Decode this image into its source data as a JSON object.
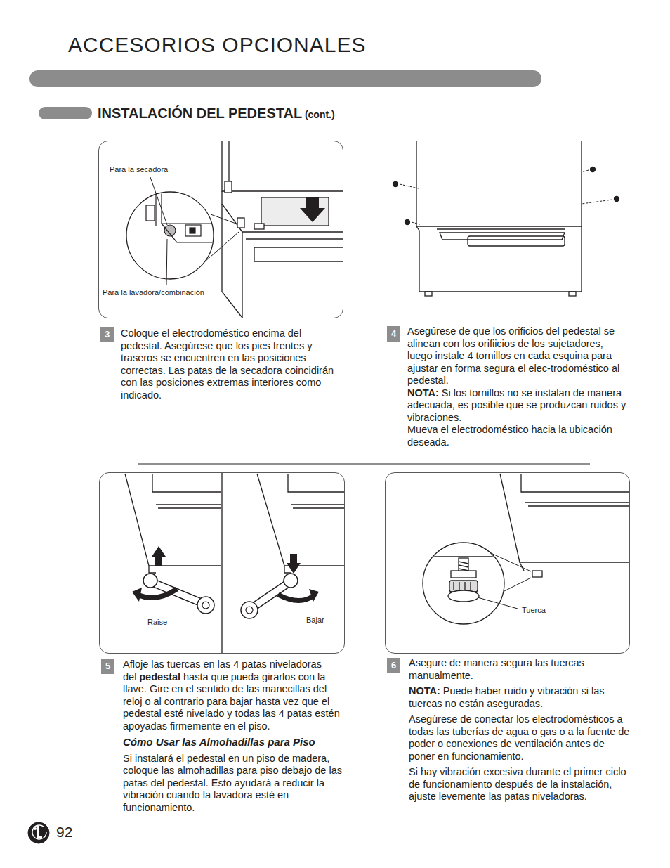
{
  "diagram": {
    "title": "ACCESORIOS OPCIONALES",
    "nodes": [
      {
        "text": [
          "Para la secadora",
          "Para la lavadora/combinación"
        ]
      },
      {
        "text": [
          "3"
        ]
      },
      {
        "text": [
          "4"
        ]
      },
      {
        "text": [
          "Raise",
          "Bajar"
        ]
      },
      {
        "text": [
          "Tuerca"
        ]
      },
      {
        "text": [
          "5"
        ]
      },
      {
        "text": [
          "6"
        ]
      }
    ],
    "labels": [
      "INSTALACIÓN DEL PEDESTAL",
      "(cont.)",
      "Coloque el electrodoméstico encima del pedestal. Asegúrese que los pies frentes y traseros se encuentren en las posiciones correctas. Las patas de la secadora coincidirán con las posiciones extremas interiores como indicado.",
      "Asegúrese de que los orificios del pedestal se alinean con los orifiicios de los sujetadores, luego instale 4 tornillos en cada esquina para ajustar en forma segura el elec-trodoméstico al pedestal.",
      "NOTA:",
      "Si los tornillos no se instalan de manera adecuada, es posible que se produzcan ruidos y vibraciones.",
      "Mueva el electrodoméstico hacia la ubicación deseada.",
      "Afloje las tuercas en las 4 patas niveladoras del",
      "pedestal",
      "hasta que pueda girarlos con la llave. Gire en el sentido de las manecillas del reloj o al contrario para bajar hasta vez que el pedestal esté nivelado y todas las 4 patas estén apoyadas firmemente en el piso.",
      "Cómo Usar las Almohadillas para Piso",
      "Si instalará el pedestal en un piso de madera, coloque las almohadillas para piso debajo de las patas del pedestal. Esto ayudará a reducir la vibración cuando la lavadora esté en funcionamiento.",
      "Asegure de manera segura las tuercas manualmente.",
      "NOTA:",
      "Puede haber ruido y vibración si las tuercas no están aseguradas.",
      "Asegúrese de conectar los electrodomésticos a todas las tuberías de agua o gas o a la fuente de poder o conexiones de ventilación antes de poner en funcionamiento.",
      "Si hay vibración excesiva durante el primer ciclo de funcionamiento después de la instalación, ajuste levemente las patas niveladoras.",
      "92"
    ]
  }
}
